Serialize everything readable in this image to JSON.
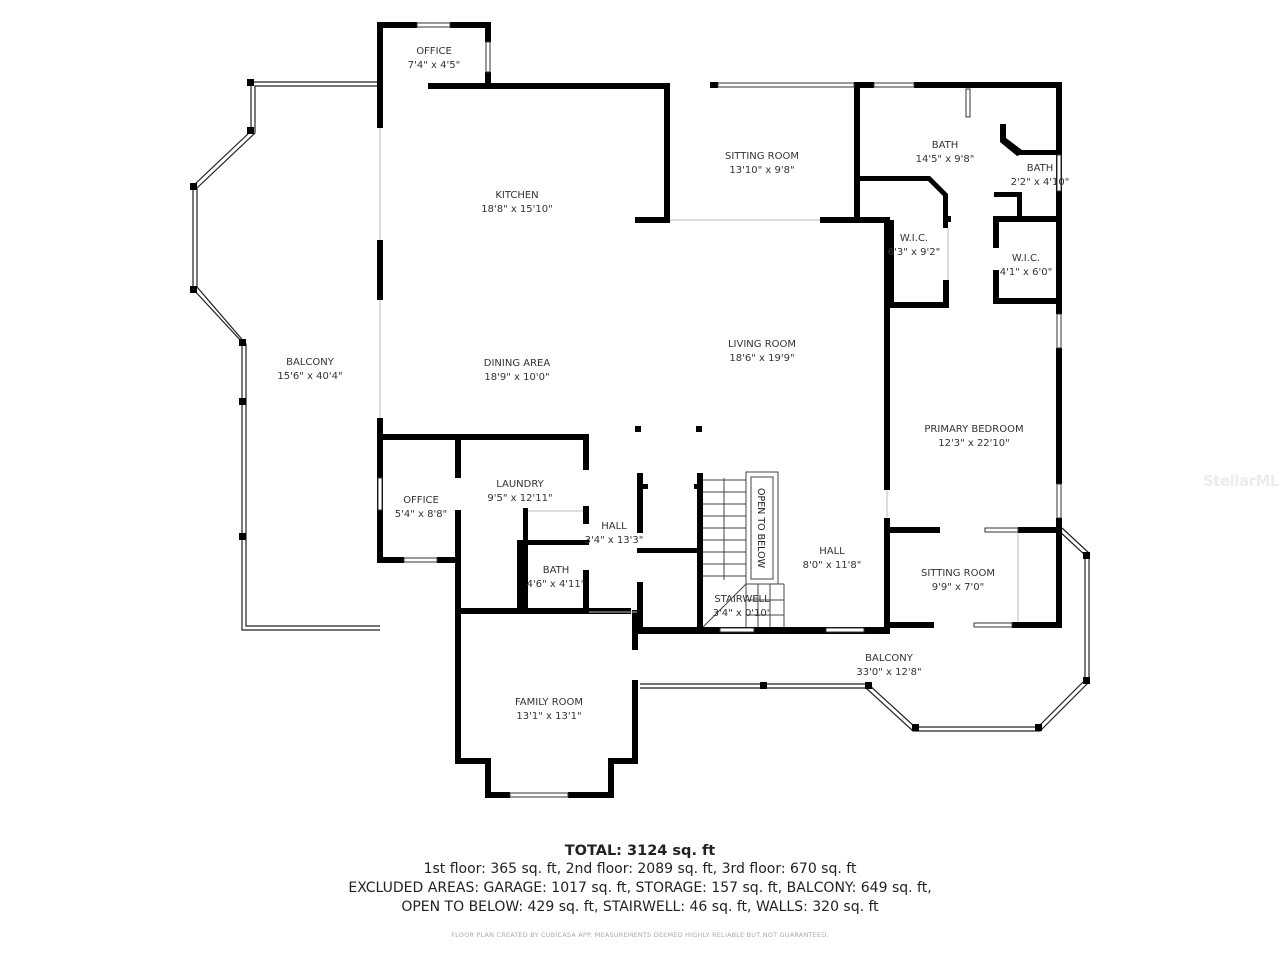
{
  "rooms": {
    "office_top": {
      "name": "OFFICE",
      "dims": "7'4\" x 4'5\""
    },
    "kitchen": {
      "name": "KITCHEN",
      "dims": "18'8\" x 15'10\""
    },
    "sitting_room_top": {
      "name": "SITTING ROOM",
      "dims": "13'10\" x 9'8\""
    },
    "bath_primary": {
      "name": "BATH",
      "dims": "14'5\" x 9'8\""
    },
    "bath_small": {
      "name": "BATH",
      "dims": "2'2\" x 4'10\""
    },
    "wic_left": {
      "name": "W.I.C.",
      "dims": "6'3\" x 9'2\""
    },
    "wic_right": {
      "name": "W.I.C.",
      "dims": "4'1\" x 6'0\""
    },
    "balcony_west": {
      "name": "BALCONY",
      "dims": "15'6\" x 40'4\""
    },
    "dining_area": {
      "name": "DINING AREA",
      "dims": "18'9\" x 10'0\""
    },
    "living_room": {
      "name": "LIVING ROOM",
      "dims": "18'6\" x 19'9\""
    },
    "primary_bedroom": {
      "name": "PRIMARY BEDROOM",
      "dims": "12'3\" x 22'10\""
    },
    "office_bottom": {
      "name": "OFFICE",
      "dims": "5'4\" x 8'8\""
    },
    "laundry": {
      "name": "LAUNDRY",
      "dims": "9'5\" x 12'11\""
    },
    "hall_left": {
      "name": "HALL",
      "dims": "3'4\" x 13'3\""
    },
    "bath_small_2": {
      "name": "BATH",
      "dims": "4'6\" x 4'11\""
    },
    "open_to_below": {
      "name": "OPEN TO BELOW"
    },
    "stairwell": {
      "name": "STAIRWELL",
      "dims": "3'4\" x 0'10\""
    },
    "hall_right": {
      "name": "HALL",
      "dims": "8'0\" x 11'8\""
    },
    "sitting_room_bottom": {
      "name": "SITTING ROOM",
      "dims": "9'9\" x 7'0\""
    },
    "balcony_south": {
      "name": "BALCONY",
      "dims": "33'0\" x 12'8\""
    },
    "family_room": {
      "name": "FAMILY ROOM",
      "dims": "13'1\" x 13'1\""
    }
  },
  "summary": {
    "total": "TOTAL: 3124 sq. ft",
    "floors": "1st floor: 365 sq. ft, 2nd floor: 2089 sq. ft, 3rd floor: 670 sq. ft",
    "excluded_1": "EXCLUDED AREAS: GARAGE: 1017 sq. ft, STORAGE: 157 sq. ft, BALCONY: 649 sq. ft,",
    "excluded_2": "OPEN TO BELOW: 429 sq. ft, STAIRWELL: 46 sq. ft, WALLS: 320 sq. ft",
    "credit": "FLOOR PLAN CREATED BY CUBICASA APP. MEASUREMENTS DEEMED HIGHLY RELIABLE BUT NOT GUARANTEED."
  },
  "watermark": "StellarMLS"
}
